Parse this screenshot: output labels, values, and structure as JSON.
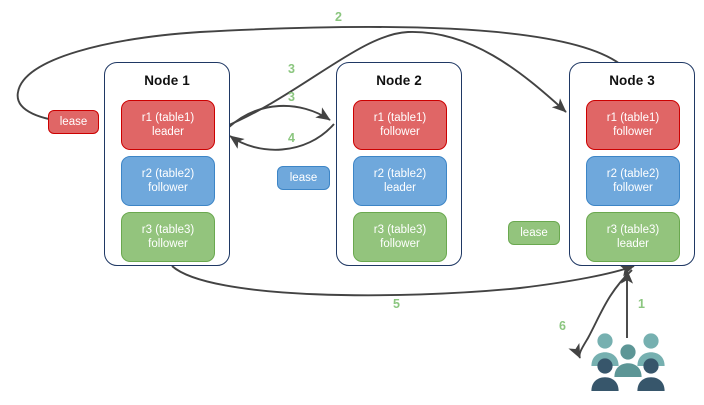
{
  "diagram": {
    "title": "Distributed database node replica lease diagram",
    "colors": {
      "replica_r1_fill": "#e06666",
      "replica_r1_border": "#cc0000",
      "replica_r2_fill": "#6fa8dc",
      "replica_r2_border": "#3d85c6",
      "replica_r3_fill": "#93c47d",
      "replica_r3_border": "#6aa84f",
      "node_border": "#1f3864",
      "arrow": "#434343",
      "step_label": "#8bc67f",
      "people_light": "#76b0b0",
      "people_mid": "#5d9696",
      "people_dark": "#37566b",
      "background": "#ffffff"
    },
    "nodes": [
      {
        "id": "node-1",
        "title": "Node 1",
        "replicas": [
          {
            "id": "r1",
            "line1": "r1 (table1)",
            "line2": "leader",
            "color": "red"
          },
          {
            "id": "r2",
            "line1": "r2 (table2)",
            "line2": "follower",
            "color": "blue"
          },
          {
            "id": "r3",
            "line1": "r3 (table3)",
            "line2": "follower",
            "color": "green"
          }
        ]
      },
      {
        "id": "node-2",
        "title": "Node 2",
        "replicas": [
          {
            "id": "r1",
            "line1": "r1 (table1)",
            "line2": "follower",
            "color": "red"
          },
          {
            "id": "r2",
            "line1": "r2 (table2)",
            "line2": "leader",
            "color": "blue"
          },
          {
            "id": "r3",
            "line1": "r3 (table3)",
            "line2": "follower",
            "color": "green"
          }
        ]
      },
      {
        "id": "node-3",
        "title": "Node 3",
        "replicas": [
          {
            "id": "r1",
            "line1": "r1 (table1)",
            "line2": "follower",
            "color": "red"
          },
          {
            "id": "r2",
            "line1": "r2 (table2)",
            "line2": "follower",
            "color": "blue"
          },
          {
            "id": "r3",
            "line1": "r3 (table3)",
            "line2": "leader",
            "color": "green"
          }
        ]
      }
    ],
    "leases": [
      {
        "id": "lease-red",
        "label": "lease",
        "color": "red",
        "for_replica": "r1 (table1)"
      },
      {
        "id": "lease-blue",
        "label": "lease",
        "color": "blue",
        "for_replica": "r2 (table2)"
      },
      {
        "id": "lease-green",
        "label": "lease",
        "color": "green",
        "for_replica": "r3 (table3)"
      }
    ],
    "steps": [
      {
        "id": "step-1",
        "label": "1"
      },
      {
        "id": "step-2",
        "label": "2"
      },
      {
        "id": "step-3a",
        "label": "3"
      },
      {
        "id": "step-3b",
        "label": "3"
      },
      {
        "id": "step-4",
        "label": "4"
      },
      {
        "id": "step-5",
        "label": "5"
      },
      {
        "id": "step-6",
        "label": "6"
      }
    ],
    "people": {
      "name": "users-group-icon",
      "count": 5
    }
  }
}
